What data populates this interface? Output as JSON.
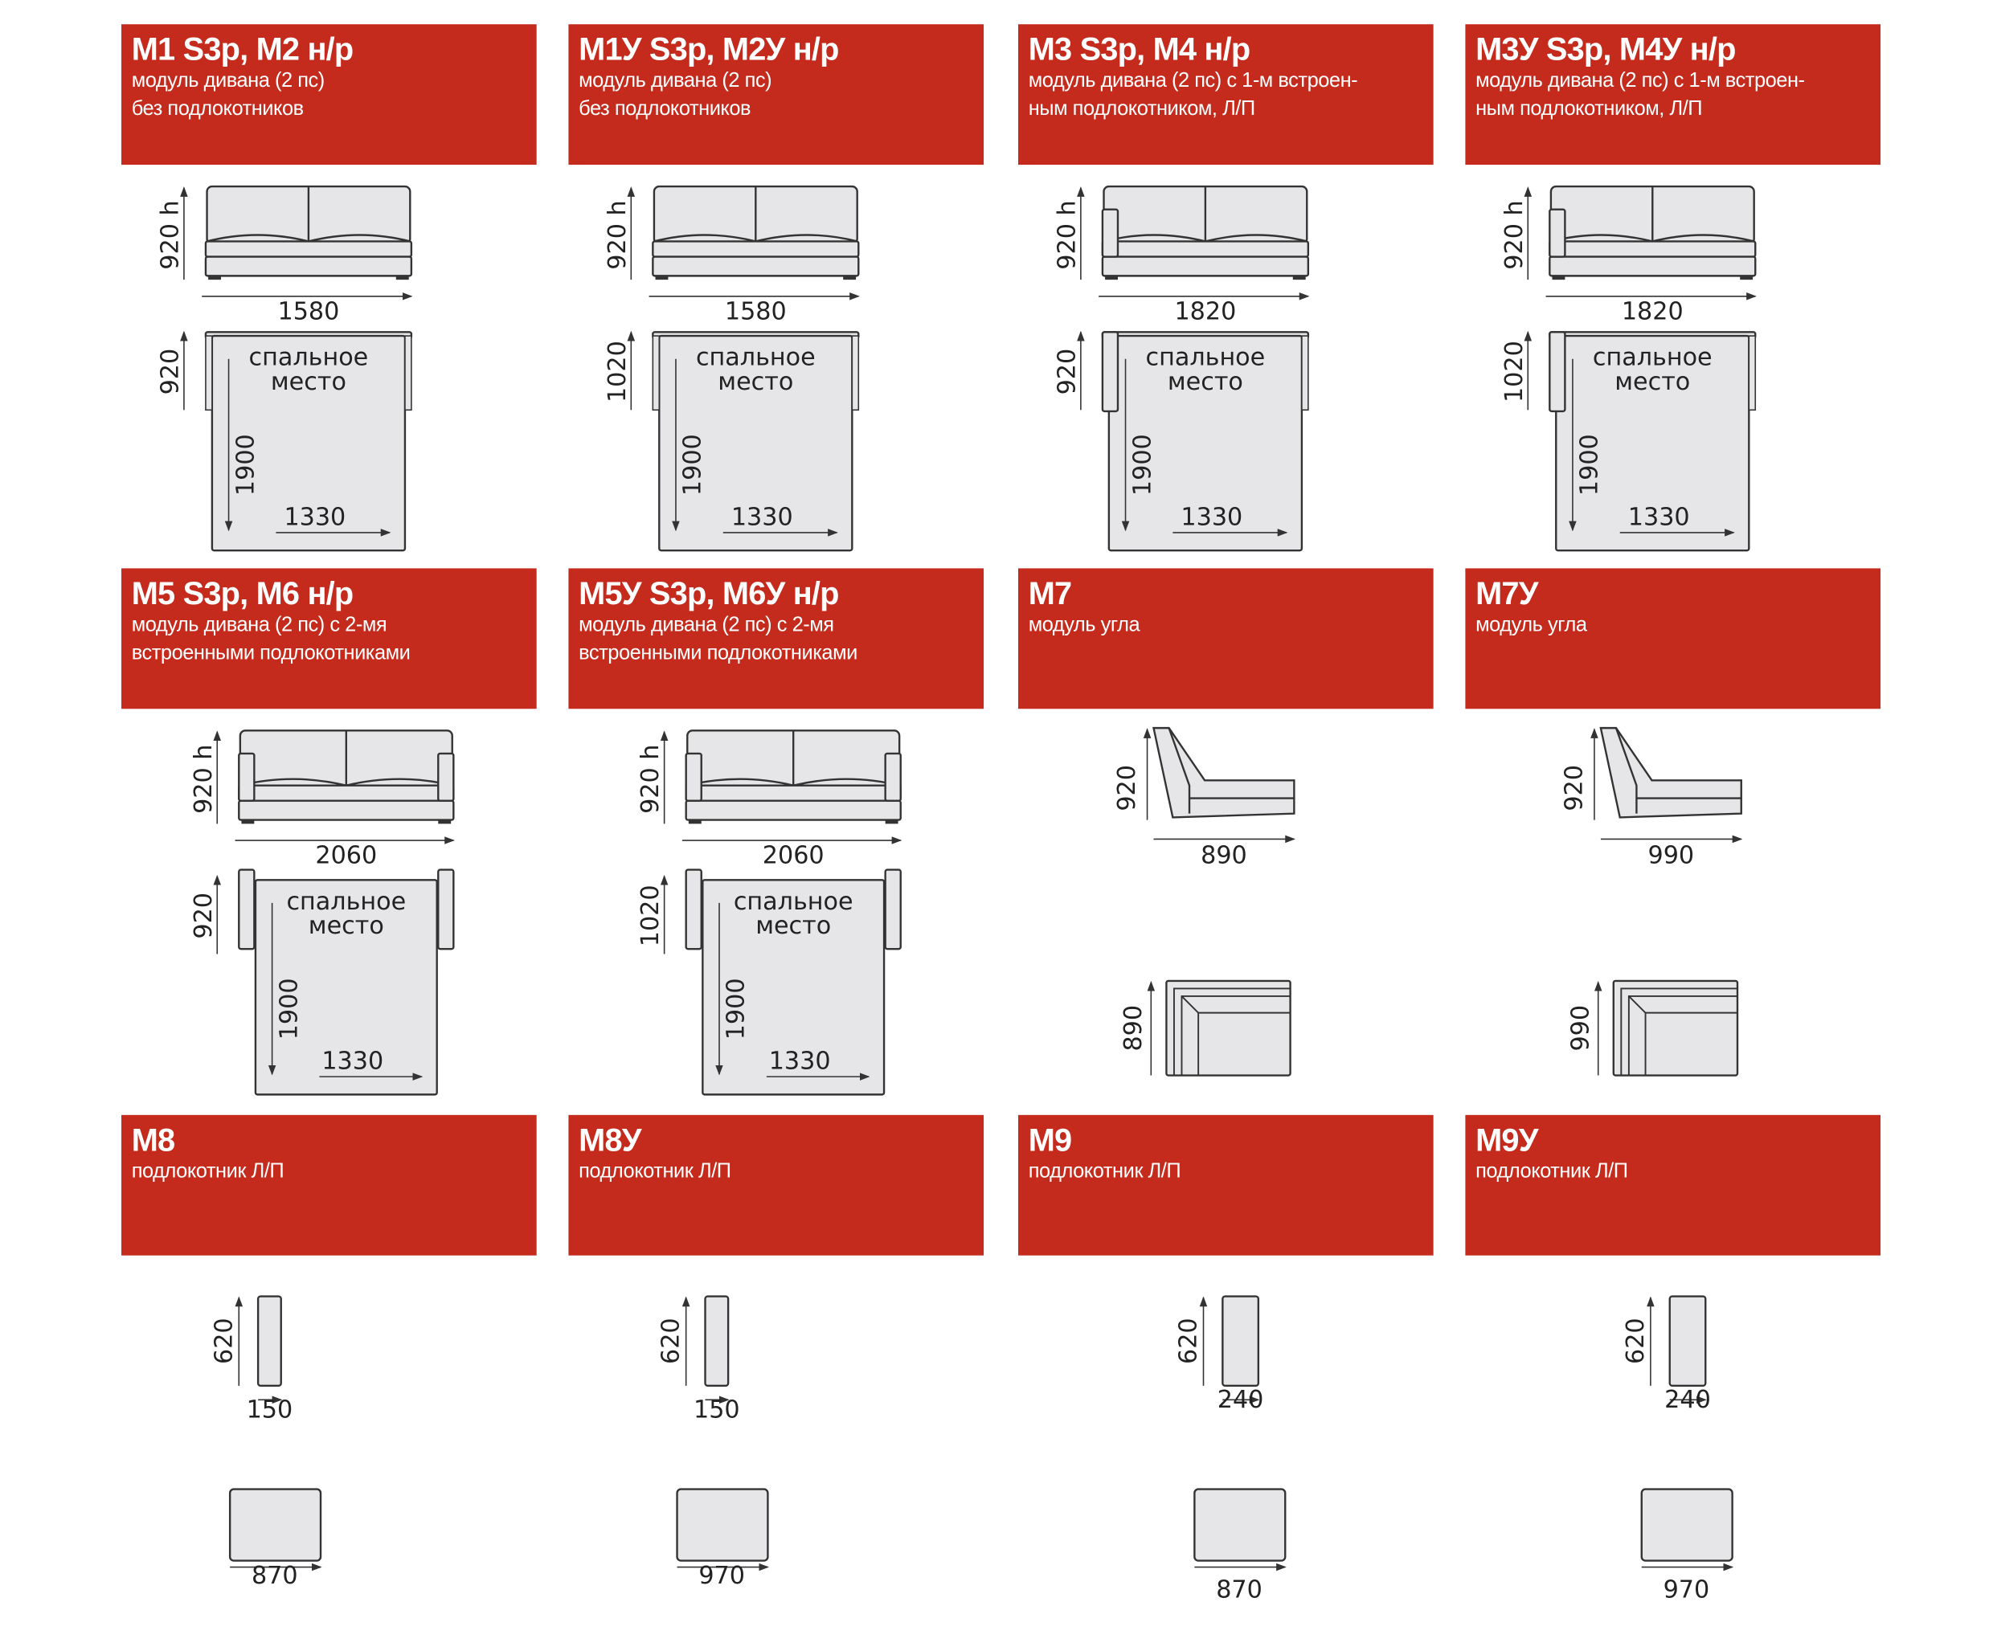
{
  "colors": {
    "header": "#c42b1d",
    "fill": "#e6e6e8",
    "stroke": "#333333"
  },
  "cards": [
    {
      "title": "M1 S3p, M2 н/р",
      "sub": [
        "модуль дивана (2 пс)",
        "без подлокотников"
      ],
      "type": "sofa",
      "arms": "none",
      "dims": {
        "height": "920 h",
        "width": "1580",
        "depth": "920",
        "sleep1": "спальное",
        "sleep2": "место",
        "length": "1900",
        "bed": "1330"
      }
    },
    {
      "title": "M1У S3p, M2У н/р",
      "sub": [
        "модуль дивана (2 пс)",
        "без подлокотников"
      ],
      "type": "sofa",
      "arms": "none",
      "dims": {
        "height": "920 h",
        "width": "1580",
        "depth": "1020",
        "sleep1": "спальное",
        "sleep2": "место",
        "length": "1900",
        "bed": "1330"
      }
    },
    {
      "title": "M3 S3p, M4 н/р",
      "sub": [
        "модуль дивана (2 пс) с 1-м встроен-",
        "ным подлокотником, Л/П"
      ],
      "type": "sofa",
      "arms": "one",
      "dims": {
        "height": "920 h",
        "width": "1820",
        "depth": "920",
        "sleep1": "спальное",
        "sleep2": "место",
        "length": "1900",
        "bed": "1330"
      }
    },
    {
      "title": "M3У S3p, M4У н/р",
      "sub": [
        "модуль дивана (2 пс) с 1-м встроен-",
        "ным подлокотником, Л/П"
      ],
      "type": "sofa",
      "arms": "one",
      "dims": {
        "height": "920 h",
        "width": "1820",
        "depth": "1020",
        "sleep1": "спальное",
        "sleep2": "место",
        "length": "1900",
        "bed": "1330"
      }
    },
    {
      "title": "M5 S3p, M6 н/р",
      "sub": [
        "модуль дивана (2 пс) с 2-мя",
        "встроенными подлокотниками"
      ],
      "type": "sofa",
      "arms": "two",
      "dims": {
        "height": "920 h",
        "width": "2060",
        "depth": "920",
        "sleep1": "спальное",
        "sleep2": "место",
        "length": "1900",
        "bed": "1330"
      }
    },
    {
      "title": "M5У S3p, M6У н/р",
      "sub": [
        "модуль дивана (2 пс) с 2-мя",
        "встроенными подлокотниками"
      ],
      "type": "sofa",
      "arms": "two",
      "dims": {
        "height": "920 h",
        "width": "2060",
        "depth": "1020",
        "sleep1": "спальное",
        "sleep2": "место",
        "length": "1900",
        "bed": "1330"
      }
    },
    {
      "title": "M7",
      "sub": [
        "модуль угла"
      ],
      "type": "corner",
      "dims": {
        "height": "920",
        "width": "890",
        "depth": "890"
      }
    },
    {
      "title": "M7У",
      "sub": [
        "модуль угла"
      ],
      "type": "corner",
      "dims": {
        "height": "920",
        "width": "990",
        "depth": "990"
      }
    },
    {
      "title": "M8",
      "sub": [
        "подлокотник Л/П"
      ],
      "type": "arm",
      "wide": false,
      "dims": {
        "height": "620",
        "width": "150",
        "depth": "870"
      }
    },
    {
      "title": "M8У",
      "sub": [
        "подлокотник Л/П"
      ],
      "type": "arm",
      "wide": false,
      "dims": {
        "height": "620",
        "width": "150",
        "depth": "970"
      }
    },
    {
      "title": "M9",
      "sub": [
        "подлокотник Л/П"
      ],
      "type": "arm",
      "wide": true,
      "dims": {
        "height": "620",
        "width": "240",
        "depth": "870"
      }
    },
    {
      "title": "M9У",
      "sub": [
        "подлокотник Л/П"
      ],
      "type": "arm",
      "wide": true,
      "dims": {
        "height": "620",
        "width": "240",
        "depth": "970"
      }
    }
  ]
}
